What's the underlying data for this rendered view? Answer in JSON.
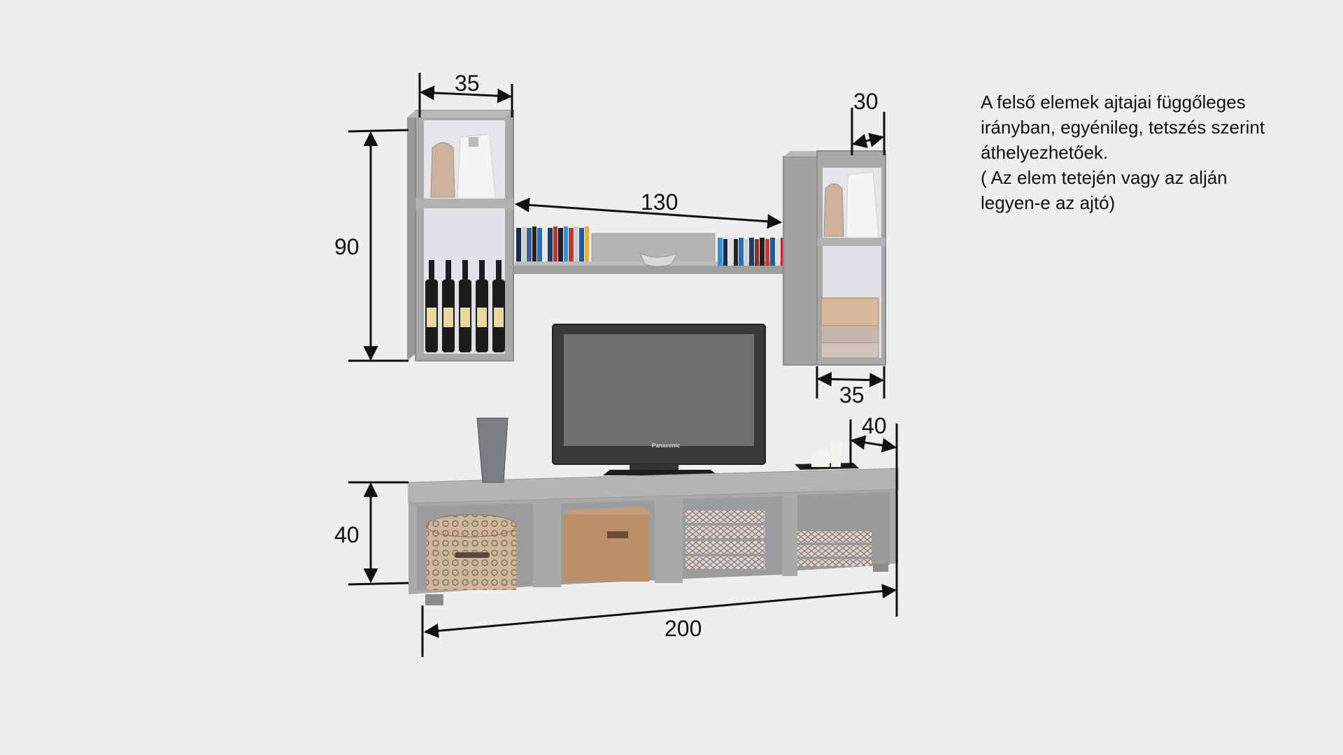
{
  "diagram": {
    "dimensions": {
      "left_cabinet_width": "35",
      "left_cabinet_height": "90",
      "shelf_width": "130",
      "right_cabinet_depth": "30",
      "right_cabinet_width": "35",
      "tv_stand_depth": "40",
      "tv_stand_height": "40",
      "tv_stand_width": "200"
    },
    "tv_brand": "Panasonic",
    "note_lines": [
      "A felső elemek ajtajai függőleges",
      "irányban, egyénileg, tetszés szerint",
      "áthelyezhetőek.",
      "( Az elem tetején vagy az alján",
      "legyen-e az ajtó)"
    ]
  },
  "colors": {
    "background": "#eeeeee",
    "wood": "#a9a9a7",
    "wood_dark": "#8f8f8d",
    "interior": "#e6e6ea",
    "dimension_line": "#111111"
  }
}
